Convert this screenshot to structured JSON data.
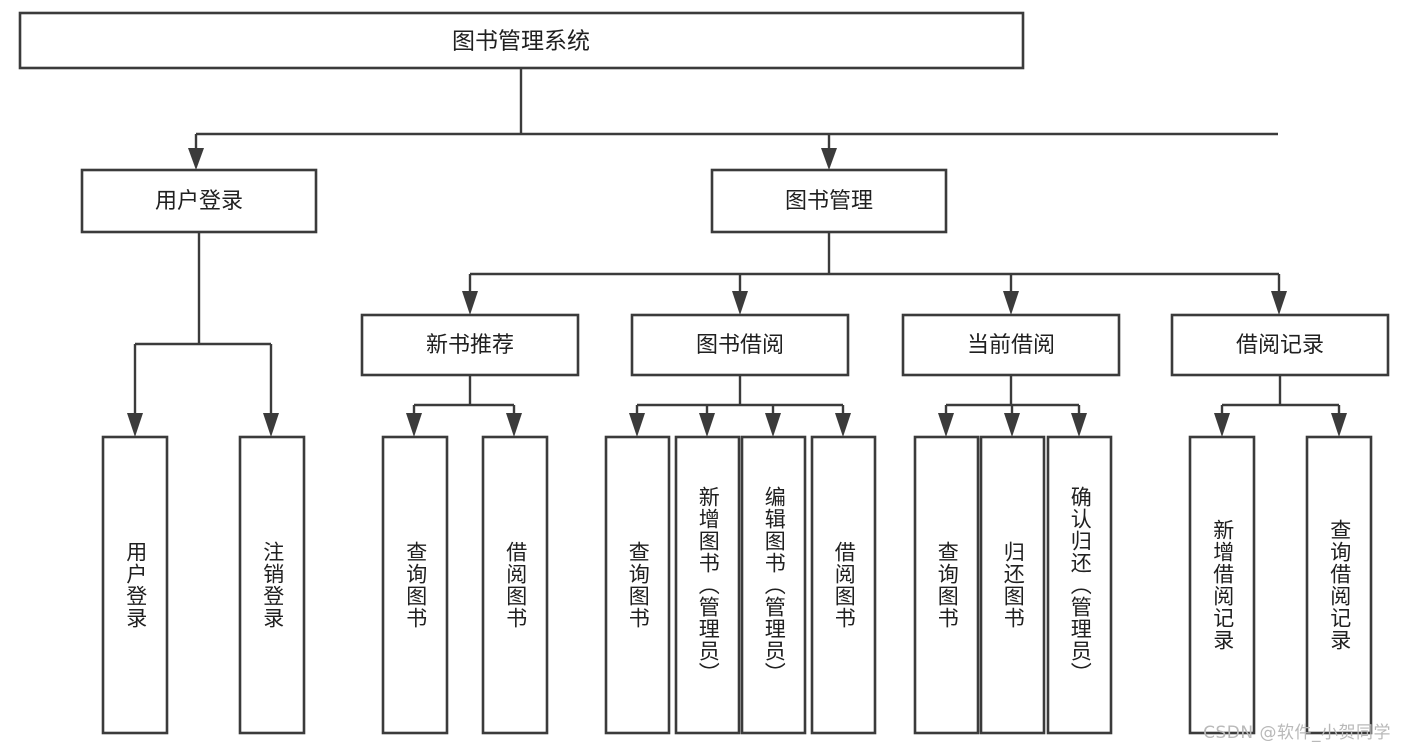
{
  "diagram": {
    "title": "图书管理系统",
    "type": "tree",
    "watermark": "CSDN @软件_小贺同学",
    "colors": {
      "box_stroke": "#3b3b3b",
      "box_fill": "#ffffff",
      "connector": "#3b3b3b",
      "text": "#202020",
      "background": "#ffffff",
      "watermark": "#b9b9b9"
    },
    "root": {
      "label": "图书管理系统"
    },
    "level1": [
      {
        "label": "用户登录"
      },
      {
        "label": "图书管理"
      }
    ],
    "level2": [
      {
        "label": "新书推荐"
      },
      {
        "label": "图书借阅"
      },
      {
        "label": "当前借阅"
      },
      {
        "label": "借阅记录"
      }
    ],
    "leaves": {
      "user_login": [
        {
          "label": "用户登录"
        },
        {
          "label": "注销登录"
        }
      ],
      "new_book_recommend": [
        {
          "label": "查询图书"
        },
        {
          "label": "借阅图书"
        }
      ],
      "book_borrow": [
        {
          "label": "查询图书"
        },
        {
          "label": "新增图书（管理员）"
        },
        {
          "label": "编辑图书（管理员）"
        },
        {
          "label": "借阅图书"
        }
      ],
      "current_borrow": [
        {
          "label": "查询图书"
        },
        {
          "label": "归还图书"
        },
        {
          "label": "确认归还（管理员）"
        }
      ],
      "borrow_record": [
        {
          "label": "新增借阅记录"
        },
        {
          "label": "查询借阅记录"
        }
      ]
    }
  }
}
